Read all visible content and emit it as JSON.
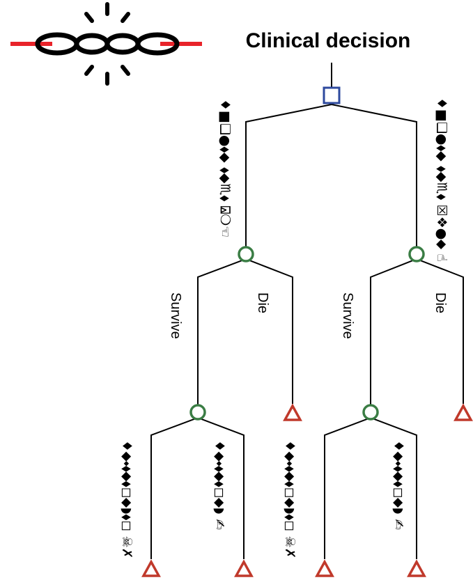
{
  "title": "Clinical decision",
  "colors": {
    "decision": "#2e4a9e",
    "chance": "#3a7d44",
    "terminal": "#c0392b",
    "chain_accent": "#e8232a",
    "line": "#000000"
  },
  "icons": {
    "logo": "broken-chain-icon"
  },
  "tree": {
    "decision_node": {
      "kind": "decision"
    },
    "options": [
      {
        "label": "♦■❑●⬧◆ ⬧◆♏⬧ ⍓❍☜",
        "chance_node": {
          "kind": "chance"
        },
        "outcomes": [
          {
            "label": "Survive",
            "chance_node": {
              "kind": "chance"
            },
            "outcomes": [
              {
                "label": "♦⬥⬩⬧⬥⬧◻⬥◗⬧◻ ☠✗",
                "terminal": true
              },
              {
                "label": "♦⬥⬩⬧⬥⬧◻⬥◗ ✍",
                "terminal": true
              }
            ]
          },
          {
            "label": "Die",
            "terminal": true
          }
        ]
      },
      {
        "label": "♦■❑●⬧◆ ⬧◆♏⬧ ☒❖●⬥ ☝",
        "chance_node": {
          "kind": "chance"
        },
        "outcomes": [
          {
            "label": "Survive",
            "chance_node": {
              "kind": "chance"
            },
            "outcomes": [
              {
                "label": "♦⬥⬩⬧⬥⬧◻⬥◗⬧◻ ☠✗",
                "terminal": true
              },
              {
                "label": "♦⬥⬩⬧⬥⬧◻⬥◗ ✍",
                "terminal": true
              }
            ]
          },
          {
            "label": "Die",
            "terminal": true
          }
        ]
      }
    ]
  }
}
